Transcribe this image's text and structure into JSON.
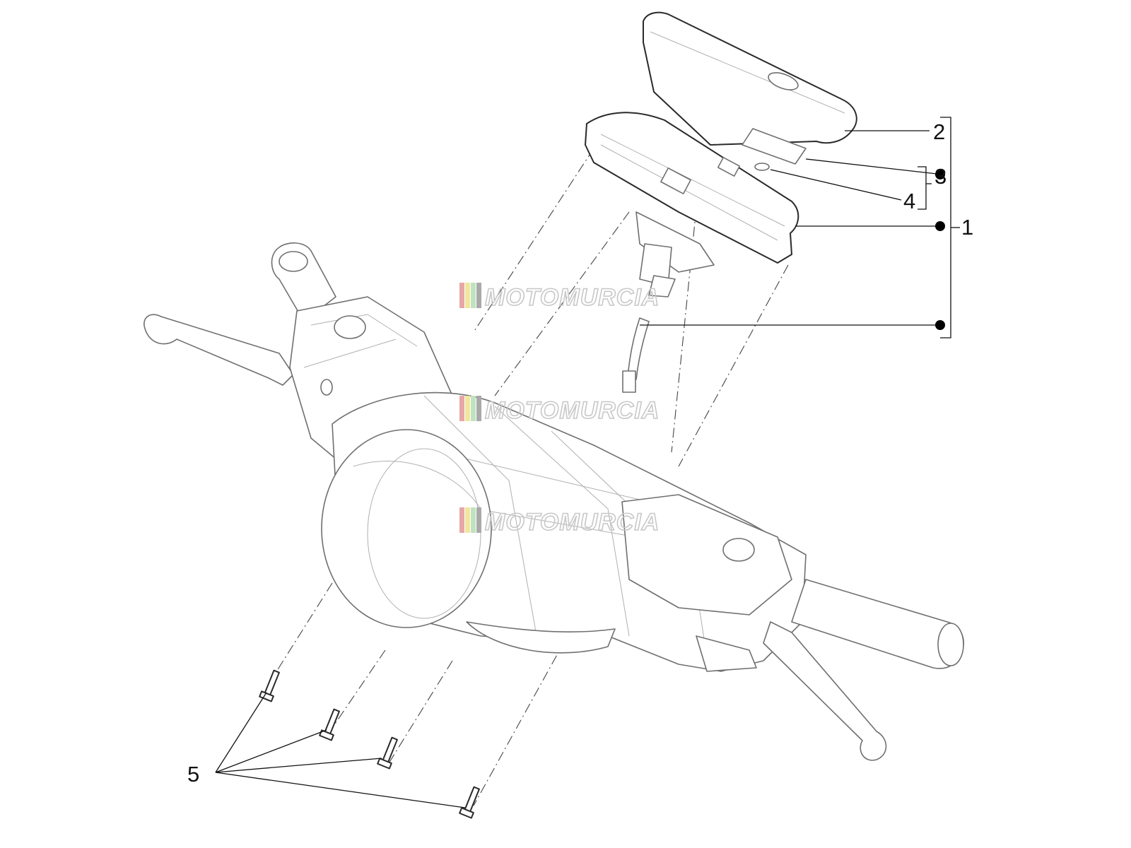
{
  "callouts": [
    {
      "id": "1",
      "text": "1"
    },
    {
      "id": "2",
      "text": "2"
    },
    {
      "id": "3",
      "text": "3"
    },
    {
      "id": "4",
      "text": "4"
    },
    {
      "id": "5",
      "text": "5"
    }
  ],
  "watermark": {
    "text": "MOTOMURCIA",
    "stripe_colors": [
      "#e7a7a7",
      "#f1e6a0",
      "#bfe3bf",
      "#a9a9a9"
    ],
    "count": 3
  }
}
